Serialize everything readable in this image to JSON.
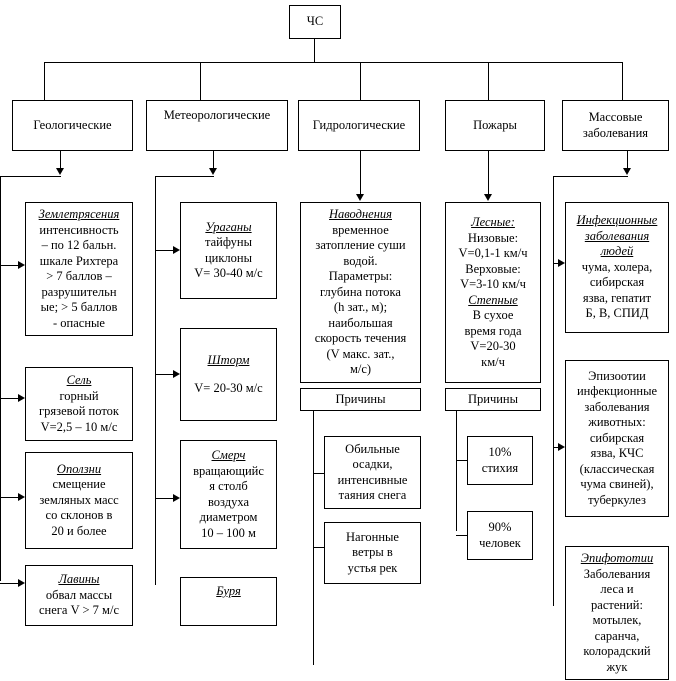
{
  "root": "ЧС",
  "categories": [
    "Геологические",
    "Метеорологические",
    "Гидрологические",
    "Пожары",
    "Массовые заболевания"
  ],
  "geo": [
    {
      "title": "Землетрясения",
      "lines": [
        "интенсивность",
        "– по 12 бальн.",
        "шкале Рихтера",
        "> 7 баллов –",
        "разрушительн",
        "ые; > 5  баллов",
        "- опасные"
      ]
    },
    {
      "title": "Сель",
      "lines": [
        "горный",
        "грязевой поток",
        "V=2,5 – 10 м/с"
      ]
    },
    {
      "title": "Оползни",
      "lines": [
        "смещение",
        "земляных масс",
        "со склонов в",
        "20  и более"
      ]
    },
    {
      "title": "Лавины",
      "lines": [
        "обвал массы",
        "снега V > 7 м/с"
      ]
    }
  ],
  "meteo": [
    {
      "title": "Ураганы",
      "lines": [
        "тайфуны",
        "циклоны",
        "V= 30-40 м/с"
      ]
    },
    {
      "title": "Шторм",
      "lines": [
        "",
        "V= 20-30 м/с"
      ]
    },
    {
      "title": "Смерч",
      "lines": [
        "вращающийс",
        "я столб",
        "воздуха",
        "диаметром",
        "10 – 100 м"
      ]
    },
    {
      "title": "Буря",
      "lines": [
        ""
      ]
    }
  ],
  "hydro": {
    "title": "Наводнения",
    "lines": [
      "временное",
      "затопление суши",
      "водой.",
      "Параметры:",
      "глубина потока",
      "(h зат., м);",
      "наибольшая",
      "скорость течения",
      "(V макс. зат.,",
      "м/с)"
    ],
    "causes_label": "Причины",
    "causes": [
      [
        "Обильные",
        "осадки,",
        "интенсивные",
        "таяния снега"
      ],
      [
        "Нагонные",
        "ветры в",
        "устья рек"
      ]
    ]
  },
  "fires": {
    "title1": "Лесные:",
    "lines1": [
      "Низовые:",
      "V=0,1-1 км/ч",
      "Верховые:",
      "V=3-10 км/ч"
    ],
    "title2": "Степные",
    "lines2": [
      "В сухое",
      "время года",
      "V=20-30",
      "км/ч"
    ],
    "causes_label": "Причины",
    "causes": [
      [
        "10%",
        "стихия"
      ],
      [
        "90%",
        "человек"
      ]
    ]
  },
  "mass": [
    {
      "title": "Инфекционные заболевания людей",
      "lines": [
        "чума, холера,",
        "сибирская",
        "язва, гепатит",
        "Б, В, СПИД"
      ]
    },
    {
      "title": "",
      "lines": [
        "Эпизоотии",
        "инфекционные",
        "заболевания",
        "животных:",
        "сибирская",
        "язва, КЧС",
        "(классическая",
        "чума свиней),",
        "туберкулез"
      ]
    },
    {
      "title": "Эпифототии",
      "lines": [
        "Заболевания",
        "леса и",
        "растений:",
        "мотылек,",
        "саранча,",
        "колорадский",
        "жук"
      ]
    }
  ]
}
